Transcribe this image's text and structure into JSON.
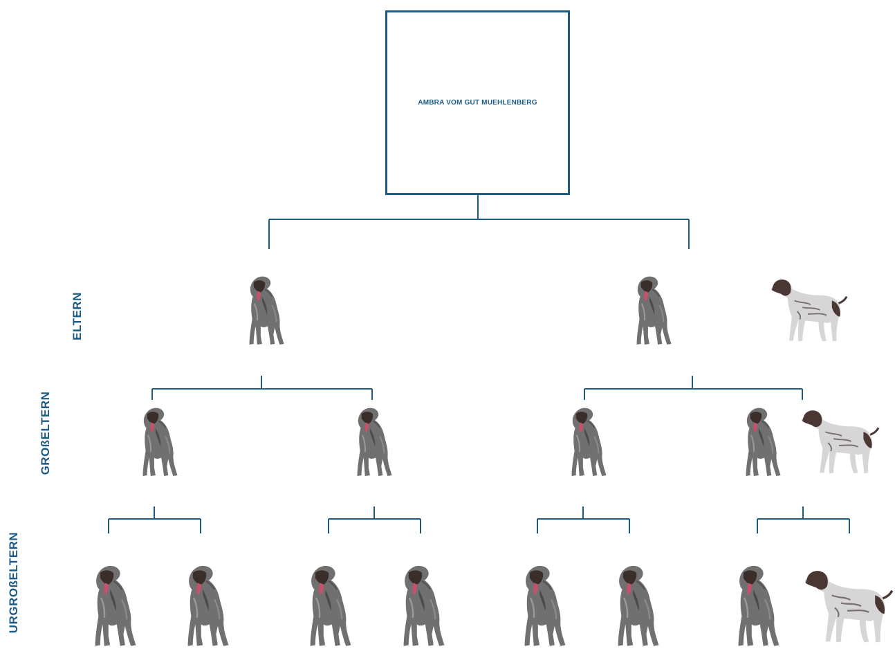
{
  "root": {
    "name": "AMBRA VOM GUT MUEHLENBERG"
  },
  "generation_labels": {
    "parents": "ELTERN",
    "grandparents": "GROßELTERN",
    "great_grandparents": "URGROßELTERN"
  },
  "colors": {
    "line": "#1d5a84",
    "wirehair_coat": "#6e6e6e",
    "shorthair_coat": "#d9d9d9",
    "shorthair_patches": "#4a3632"
  },
  "icons": {
    "wirehaired_dog": "wirehaired-pointer-icon",
    "shorthaired_dog": "shorthaired-pointer-icon"
  }
}
